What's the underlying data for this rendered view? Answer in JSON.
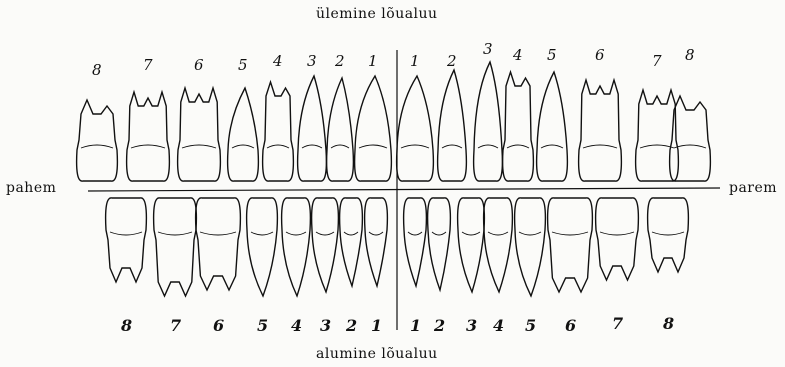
{
  "titles": {
    "upper_jaw": "ülemine lõualuu",
    "lower_jaw": "alumine lõualuu",
    "left_side": "pahem",
    "right_side": "parem"
  },
  "upper_numbers_left": [
    "8",
    "7",
    "6",
    "5",
    "4",
    "3",
    "2",
    "1"
  ],
  "upper_numbers_right": [
    "1",
    "2",
    "3",
    "4",
    "5",
    "6",
    "7",
    "8"
  ],
  "lower_numbers_left": [
    "8",
    "7",
    "6",
    "5",
    "4",
    "3",
    "2",
    "1"
  ],
  "lower_numbers_right": [
    "1",
    "2",
    "3",
    "4",
    "5",
    "6",
    "7",
    "8"
  ],
  "colors": {
    "ink": "#111111",
    "paper": "#fbfbf9"
  }
}
